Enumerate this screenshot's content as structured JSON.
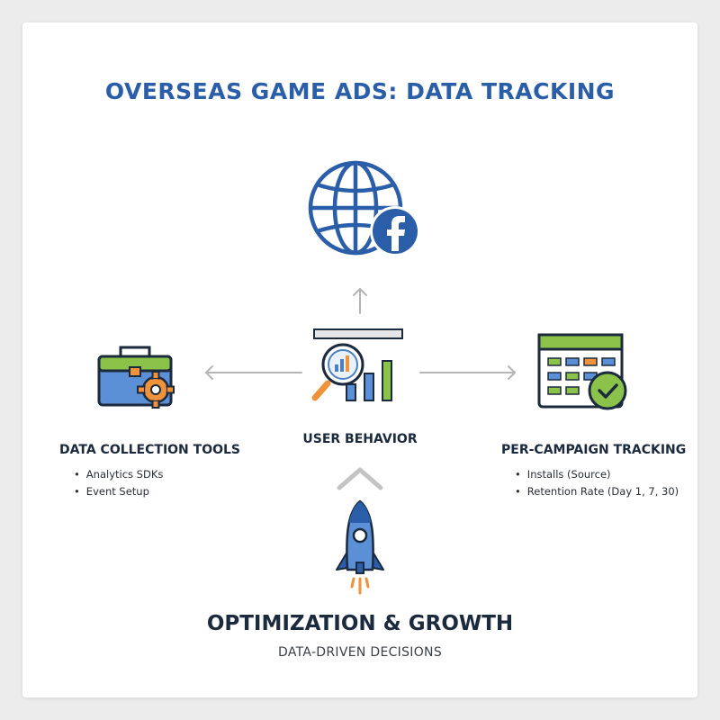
{
  "title": "OVERSEAS GAME ADS: DATA TRACKING",
  "center": {
    "label": "USER BEHAVIOR"
  },
  "left": {
    "title": "DATA COLLECTION TOOLS",
    "bullets": [
      "Analytics SDKs",
      "Event Setup"
    ]
  },
  "right": {
    "title": "PER-CAMPAIGN TRACKING",
    "bullets": [
      "Installs (Source)",
      "Retention Rate (Day 1, 7, 30)"
    ]
  },
  "bottom": {
    "title": "OPTIMIZATION & GROWTH",
    "subtitle": "DATA-DRIVEN DECISIONS"
  },
  "icons": {
    "top": "globe-facebook-icon",
    "left": "toolbox-gear-icon",
    "center": "analytics-magnifier-icon",
    "right": "calendar-check-icon",
    "bottom": "rocket-icon"
  },
  "colors": {
    "title": "#2b5ea8",
    "primary_blue": "#2b5ea8",
    "green": "#8bc34a",
    "orange": "#f0923a",
    "dark_text": "#1c2a3e",
    "arrow_gray": "#b5b5b5"
  }
}
